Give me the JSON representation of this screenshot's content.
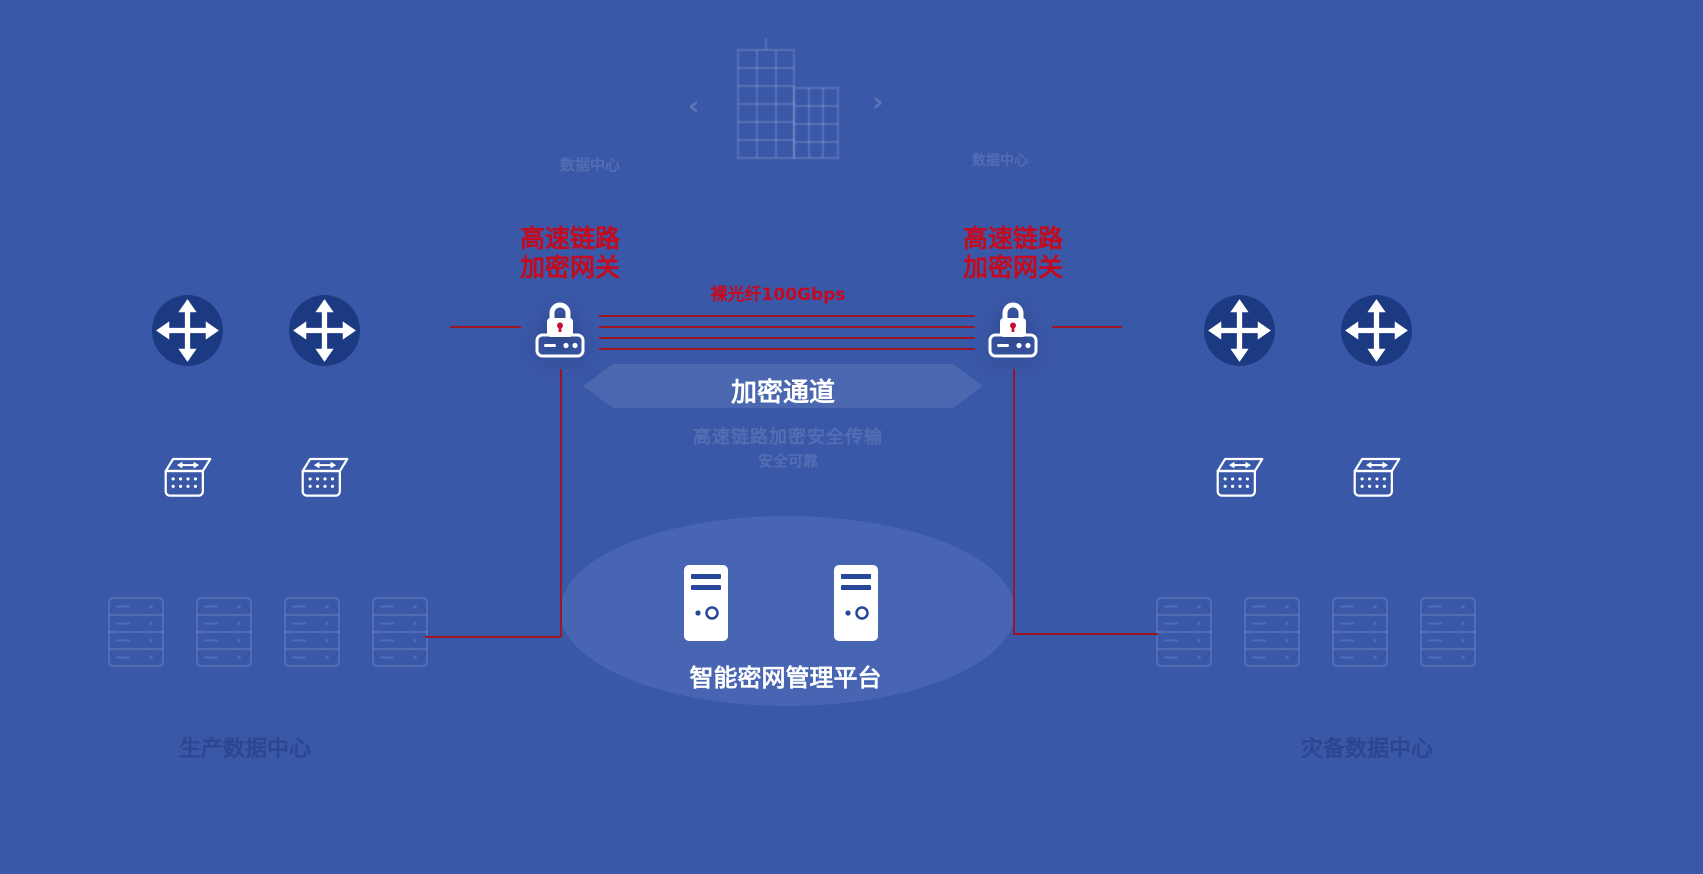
{
  "diagram": {
    "gateway_label": {
      "line1": "高速链路",
      "line2": "加密网关"
    },
    "fiber_label": "裸光纤100Gbps",
    "channel_label": "加密通道",
    "platform_label": "智能密网管理平台"
  },
  "watermarks": {
    "top_left_label": "数据中心",
    "top_right_label": "数据中心",
    "mid_line1": "高速链路加密安全传输",
    "mid_line2": "安全可靠",
    "bottom_left_label": "生产数据中心",
    "bottom_right_label": "灾备数据中心"
  },
  "colors": {
    "background": "#3A58A8",
    "accent_red": "#C40A1E",
    "line_red": "#9D1624",
    "gateway_gradient_top": "#F05E68",
    "gateway_gradient_bottom": "#D01430",
    "router_fill": "#1C3A82",
    "white": "#FFFFFF"
  },
  "icons": {
    "gateway": "encryption-gateway-lock-icon",
    "router": "router-cross-arrows-icon",
    "switch": "network-switch-icon",
    "server": "tower-server-icon",
    "rack": "server-rack-watermark-icon",
    "building": "building-watermark-icon",
    "chevron_left": "chevron-left-icon",
    "chevron_right": "chevron-right-icon"
  }
}
